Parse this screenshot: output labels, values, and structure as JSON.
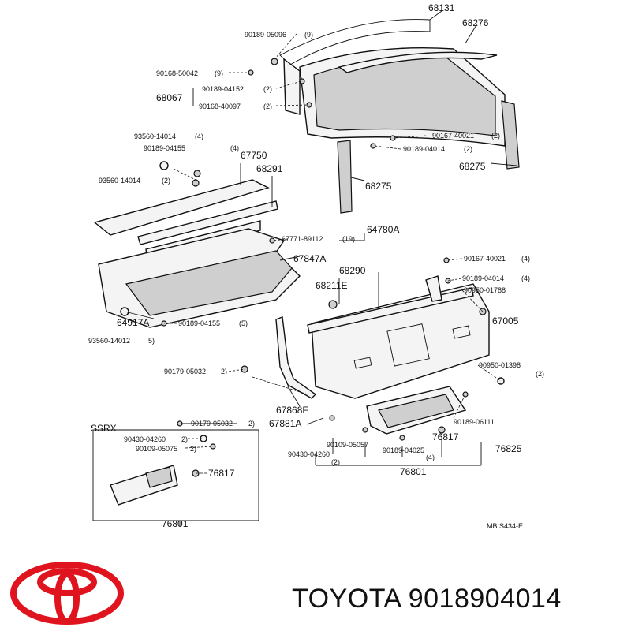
{
  "callouts": [
    {
      "id": "c1",
      "text": "68131"
    },
    {
      "id": "c2",
      "text": "68276"
    },
    {
      "id": "c3",
      "text": "90189-05096"
    },
    {
      "id": "c4",
      "text": "(9)"
    },
    {
      "id": "c5",
      "text": "90168-50042"
    },
    {
      "id": "c6",
      "text": "(9)"
    },
    {
      "id": "c7",
      "text": "90189-04152"
    },
    {
      "id": "c8",
      "text": "(2)"
    },
    {
      "id": "c9",
      "text": "68067"
    },
    {
      "id": "c10",
      "text": "90168-40097"
    },
    {
      "id": "c11",
      "text": "(2)"
    },
    {
      "id": "c12",
      "text": "93560-14014"
    },
    {
      "id": "c13",
      "text": "(4)"
    },
    {
      "id": "c14",
      "text": "90189-04155"
    },
    {
      "id": "c15",
      "text": "(4)"
    },
    {
      "id": "c16",
      "text": "67750"
    },
    {
      "id": "c17",
      "text": "68291"
    },
    {
      "id": "c18",
      "text": "93560-14014"
    },
    {
      "id": "c19",
      "text": "(2)"
    },
    {
      "id": "c20",
      "text": "90167-40021"
    },
    {
      "id": "c21",
      "text": "(2)"
    },
    {
      "id": "c22",
      "text": "90189-04014"
    },
    {
      "id": "c23",
      "text": "(2)"
    },
    {
      "id": "c24",
      "text": "68275"
    },
    {
      "id": "c25",
      "text": "68275"
    },
    {
      "id": "c26",
      "text": "67771-89112"
    },
    {
      "id": "c27",
      "text": "(19)"
    },
    {
      "id": "c28",
      "text": "64780A"
    },
    {
      "id": "c29",
      "text": "67847A"
    },
    {
      "id": "c30",
      "text": "90167-40021"
    },
    {
      "id": "c31",
      "text": "(4)"
    },
    {
      "id": "c32",
      "text": "68290"
    },
    {
      "id": "c33",
      "text": "90189-04014"
    },
    {
      "id": "c34",
      "text": "(4)"
    },
    {
      "id": "c35",
      "text": "68211E"
    },
    {
      "id": "c36",
      "text": "90950-01788"
    },
    {
      "id": "c37",
      "text": "67005"
    },
    {
      "id": "c38",
      "text": "64917A"
    },
    {
      "id": "c39",
      "text": "90189-04155"
    },
    {
      "id": "c40",
      "text": "(5)"
    },
    {
      "id": "c41",
      "text": "93560-14012"
    },
    {
      "id": "c42",
      "text": "5)"
    },
    {
      "id": "c43",
      "text": "90179-05032"
    },
    {
      "id": "c44",
      "text": "2)"
    },
    {
      "id": "c45",
      "text": "90950-01398"
    },
    {
      "id": "c46",
      "text": "(2)"
    },
    {
      "id": "c47",
      "text": "67868F"
    },
    {
      "id": "c48",
      "text": "90189-06111"
    },
    {
      "id": "c49",
      "text": "SSRX"
    },
    {
      "id": "c50",
      "text": "90179-05032"
    },
    {
      "id": "c51",
      "text": "2)"
    },
    {
      "id": "c52",
      "text": "67881A"
    },
    {
      "id": "c53",
      "text": "90430-04260"
    },
    {
      "id": "c54",
      "text": "2)"
    },
    {
      "id": "c55",
      "text": "90109-05075"
    },
    {
      "id": "c56",
      "text": "2)"
    },
    {
      "id": "c57",
      "text": "76817"
    },
    {
      "id": "c58",
      "text": "90430-04260"
    },
    {
      "id": "c59",
      "text": "90109-05057"
    },
    {
      "id": "c60",
      "text": "90189-04025"
    },
    {
      "id": "c61",
      "text": "76817"
    },
    {
      "id": "c62",
      "text": "76825"
    },
    {
      "id": "c63",
      "text": "(2)"
    },
    {
      "id": "c64",
      "text": "(4)"
    },
    {
      "id": "c65",
      "text": "76801"
    },
    {
      "id": "c66",
      "text": "76817"
    },
    {
      "id": "c67",
      "text": "76801"
    },
    {
      "id": "c68",
      "text": "MB S434-E"
    }
  ],
  "footer": {
    "logo_icon": "toyota-emblem-icon",
    "logo_color": "#e0141e",
    "brand": "TOYOTA",
    "part_number": "9018904014"
  }
}
